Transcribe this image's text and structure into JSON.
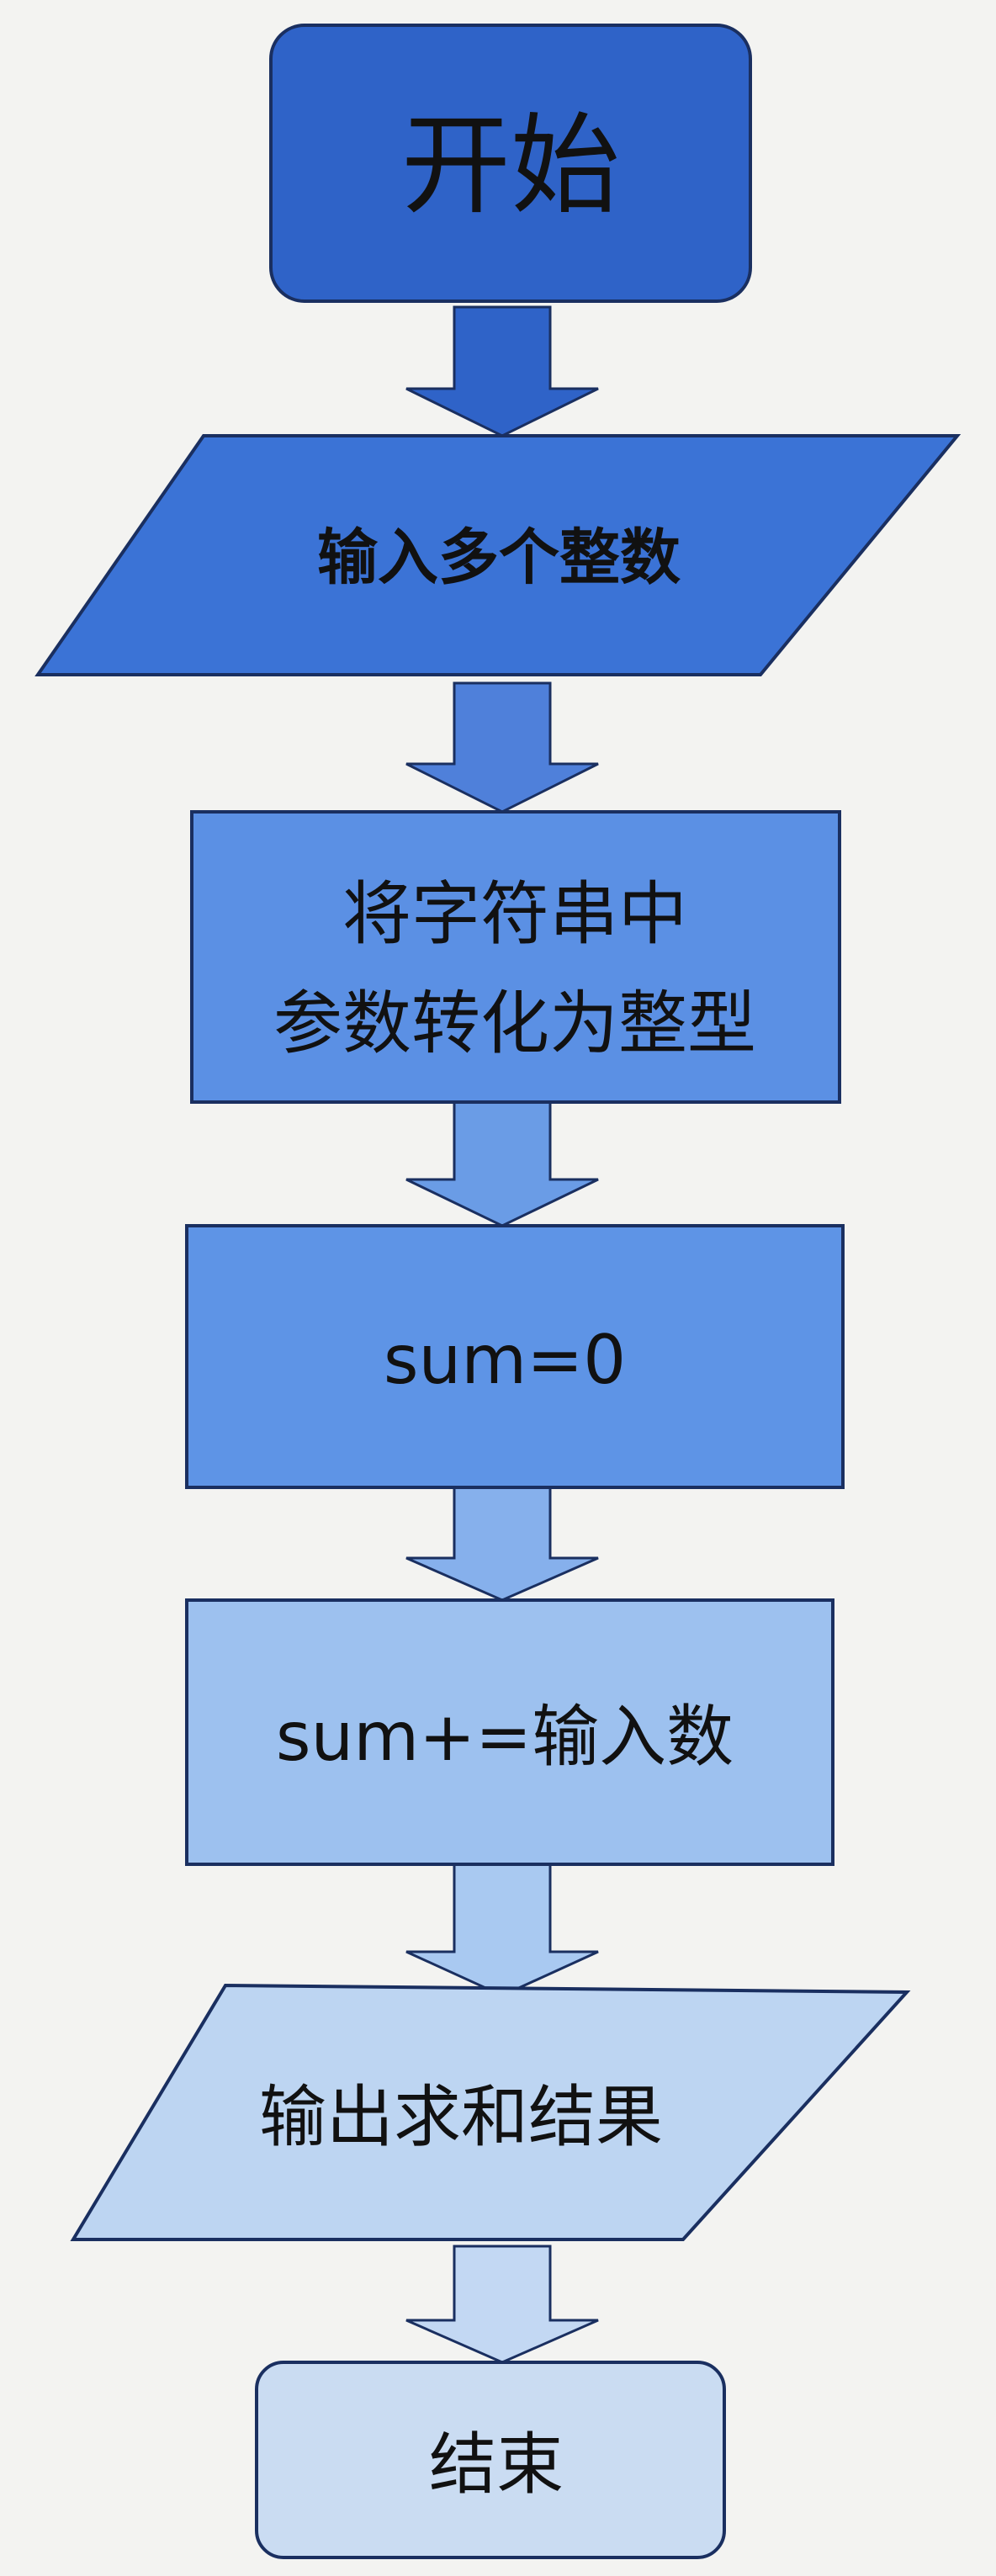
{
  "diagram": {
    "nodes": {
      "start": {
        "label": "开始"
      },
      "input_integers": {
        "label": "输入多个整数"
      },
      "convert_line1": {
        "label": "将字符串中"
      },
      "convert_line2": {
        "label": "参数转化为整型"
      },
      "sum_init": {
        "label": "sum=0"
      },
      "sum_add": {
        "label": "sum+=输入数"
      },
      "output_result": {
        "label": "输出求和结果"
      },
      "end": {
        "label": "结束"
      }
    },
    "colors": {
      "start_fill": "#2f63c8",
      "input_fill": "#3b73d6",
      "convert_fill": "#5b90e4",
      "sum_init_fill": "#5e94e6",
      "sum_add_fill": "#9dc1ef",
      "output_fill": "#bdd5f2",
      "end_fill": "#cadcf2",
      "arrow_1": "#2f63c8",
      "arrow_2": "#4f80da",
      "arrow_3": "#6a9ce6",
      "arrow_4": "#86b0ec",
      "arrow_5": "#a9c9f1",
      "arrow_6": "#c3d8f3",
      "outline": "#1a2f60"
    }
  }
}
